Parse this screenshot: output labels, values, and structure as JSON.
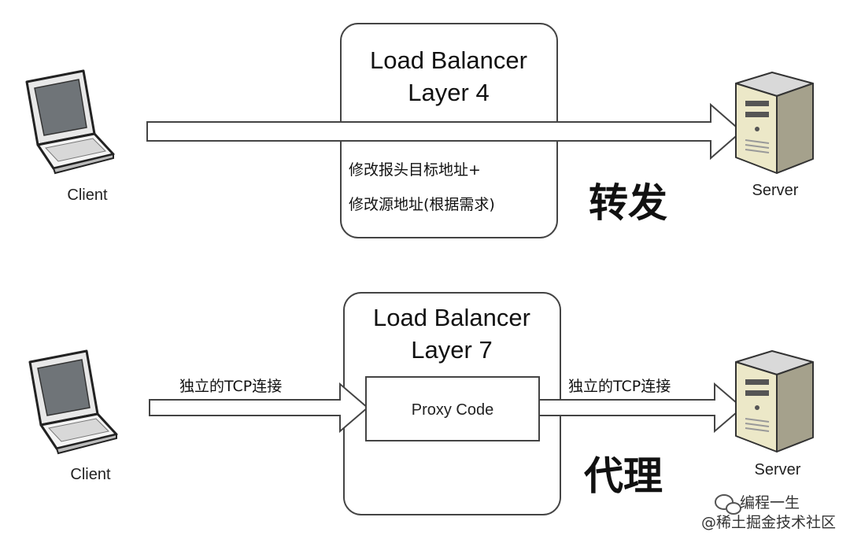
{
  "layer4": {
    "title_line1": "Load Balancer",
    "title_line2": "Layer 4",
    "note_line1": "修改报头目标地址+",
    "note_line2": "修改源地址(根据需求)",
    "mode_label": "转发",
    "client_label": "Client",
    "server_label": "Server"
  },
  "layer7": {
    "title_line1": "Load Balancer",
    "title_line2": "Layer 7",
    "proxy_label": "Proxy Code",
    "left_connection_label": "独立的TCP连接",
    "right_connection_label": "独立的TCP连接",
    "mode_label": "代理",
    "client_label": "Client",
    "server_label": "Server"
  },
  "watermark": {
    "line1": "编程一生",
    "line2": "@稀土掘金技术社区"
  }
}
